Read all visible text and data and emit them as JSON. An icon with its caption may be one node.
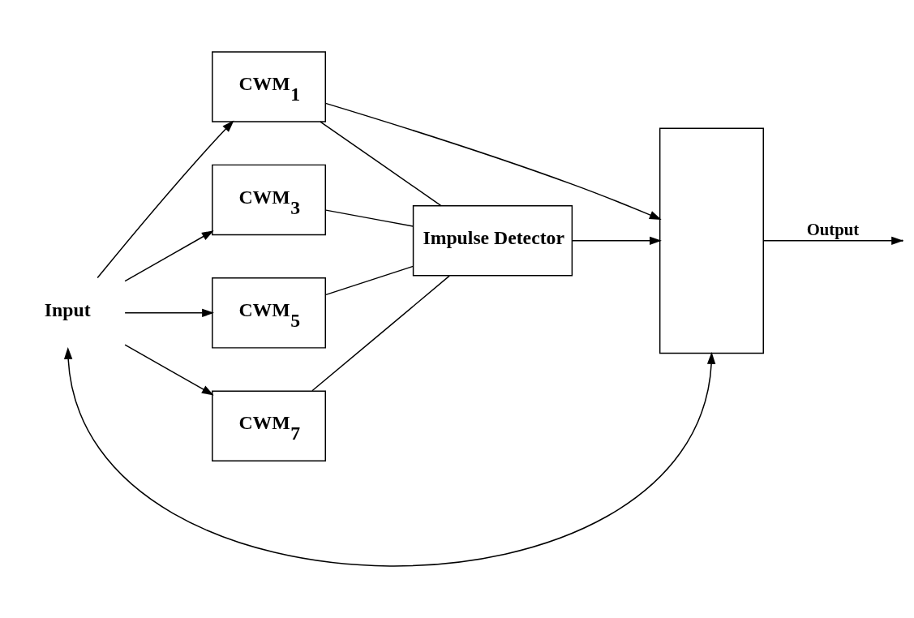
{
  "diagram": {
    "nodes": [
      {
        "text": [
          "Input"
        ]
      },
      {
        "text": [
          "CWM$_{1}$"
        ]
      },
      {
        "text": [
          "CWM$_{3}$"
        ]
      },
      {
        "text": [
          "CWM$_{5}$"
        ]
      },
      {
        "text": [
          "CWM$_{7}$"
        ]
      },
      {
        "text": [
          "Impulse Detector"
        ]
      },
      {
        "text": [],
        "shape": "box"
      }
    ],
    "edges": [
      {
        "from": 0,
        "to": 1,
        "arrow": "to"
      },
      {
        "from": 0,
        "to": 2,
        "arrow": "to"
      },
      {
        "from": 0,
        "to": 3,
        "arrow": "to"
      },
      {
        "from": 0,
        "to": 4,
        "arrow": "to"
      },
      {
        "from": 1,
        "to": 5,
        "arrow": "none"
      },
      {
        "from": 2,
        "to": 5,
        "arrow": "none"
      },
      {
        "from": 3,
        "to": 5,
        "arrow": "none"
      },
      {
        "from": 4,
        "to": 5,
        "arrow": "none"
      },
      {
        "from": 5,
        "to": 6,
        "arrow": "to"
      },
      {
        "from": 1,
        "to": 6,
        "arrow": "to"
      },
      {
        "from": 0,
        "to": 6,
        "arrow": "both"
      },
      {
        "from": 6,
        "to": null,
        "arrow": "to",
        "label": "Output"
      }
    ]
  }
}
